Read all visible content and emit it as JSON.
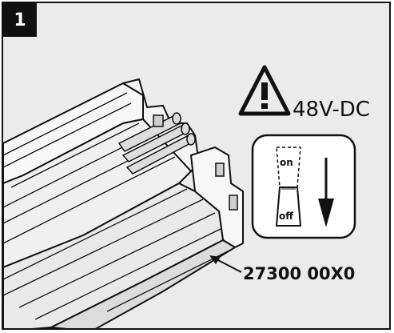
{
  "step": {
    "number": "1"
  },
  "warning": {
    "icon": "warning-triangle-icon",
    "voltage": "48V-DC"
  },
  "switch": {
    "on_label": "on",
    "off_label": "off",
    "direction_icon": "arrow-down-icon"
  },
  "product": {
    "part_number": "27300 00X0"
  },
  "colors": {
    "background": "#ebebeb",
    "ink": "#111111",
    "profile_fill": "#f4f4f4",
    "profile_shade": "#cfcfcf"
  }
}
